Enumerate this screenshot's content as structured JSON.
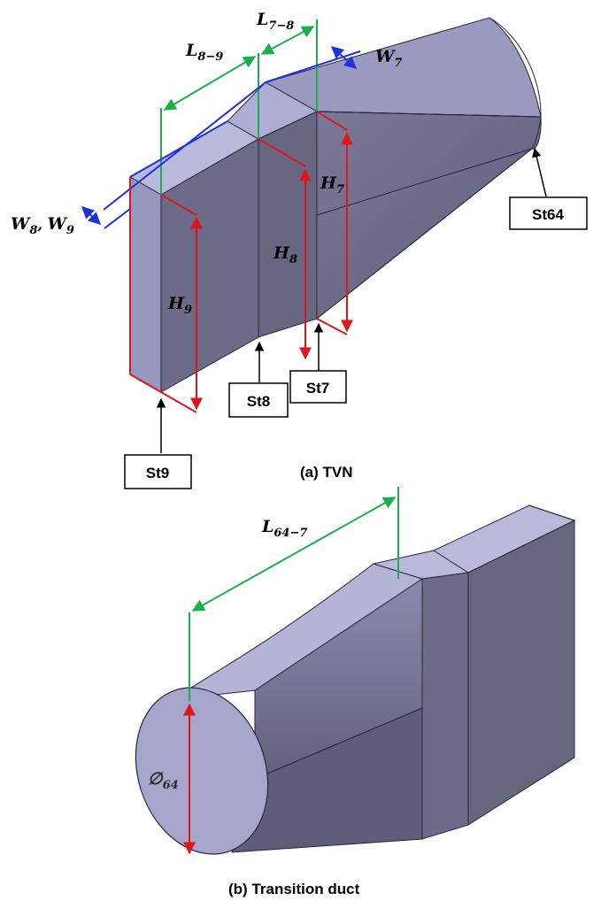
{
  "colors": {
    "background": "#ffffff",
    "face_top": "#b9b9dc",
    "face_front": "#6c6c88",
    "face_side": "#9898be",
    "face_dark": "#5e5e7a",
    "edge": "#26263a",
    "dim_green": "#19b04b",
    "dim_red": "#e0151b",
    "dim_blue": "#1a2fe6",
    "leader": "#000000"
  },
  "tvn": {
    "caption": "(a) TVN",
    "dimensions": {
      "L78": {
        "base": "L",
        "sub": "7−8"
      },
      "L89": {
        "base": "L",
        "sub": "8−9"
      },
      "W7": {
        "base": "W",
        "sub": "7"
      },
      "W8": {
        "base": "W",
        "sub": "8"
      },
      "W9": {
        "base": "W",
        "sub": "9"
      },
      "W_sep": ", ",
      "H7": {
        "base": "H",
        "sub": "7"
      },
      "H8": {
        "base": "H",
        "sub": "8"
      },
      "H9": {
        "base": "H",
        "sub": "9"
      }
    },
    "stations": {
      "st64": "St64",
      "st7": "St7",
      "st8": "St8",
      "st9": "St9"
    }
  },
  "transition": {
    "caption": "(b) Transition duct",
    "dimensions": {
      "L647": {
        "base": "L",
        "sub": "64−7"
      },
      "D64": {
        "base": "∅",
        "sub": "64"
      }
    }
  }
}
